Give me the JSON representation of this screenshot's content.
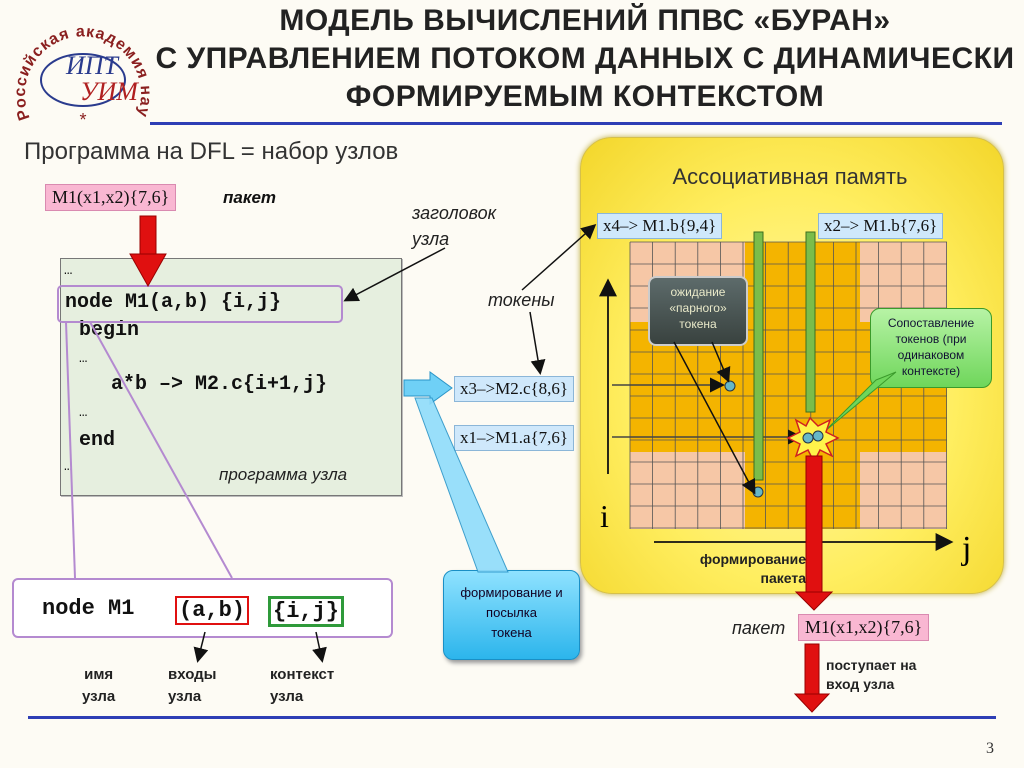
{
  "title": {
    "line1": "Модель вычислений ППВС «Буран»",
    "line2": "с управлением потоком данных с динамически",
    "line3": "формируемым контекстом"
  },
  "logo": {
    "ring_text": "Российская академия наук",
    "monogram_top": "ИПТ",
    "monogram_bottom": "УИМ"
  },
  "subtitle": "Программа на DFL = набор узлов",
  "packet_in": {
    "value": "M1(x1,x2){7,6}",
    "label": "пакет"
  },
  "header_label": {
    "line1": "заголовок",
    "line2": "узла"
  },
  "tokens_label": "токены",
  "code": {
    "dots_top": "…",
    "node_line": "node M1(a,b) {i,j}",
    "begin": "begin",
    "dots1": "…",
    "stmt": "a*b –> M2.c{i+1,j}",
    "dots2": "…",
    "end": "end",
    "dots_bottom": "…",
    "caption": "программа узла"
  },
  "memory": {
    "title": "Ассоциативная память",
    "tokens_top": [
      "x4–> M1.b{9,4}",
      "x2–> M1.b{7,6}"
    ],
    "tokens_left": [
      "x3–>M2.c{8,6}",
      "x1–>M1.a{7,6}"
    ],
    "axis_i": "i",
    "axis_j": "j",
    "form_label": {
      "line1": "формирование",
      "line2": "пакета"
    },
    "waiting_callout": {
      "line1": "ожидание",
      "line2": "«парного»",
      "line3": "токена"
    },
    "match_callout": {
      "line1": "Сопоставление",
      "line2": "токенов (при",
      "line3": "одинаковом",
      "line4": "контексте)"
    }
  },
  "send_callout": {
    "line1": "формирование и",
    "line2": "посылка",
    "line3": "токена"
  },
  "packet_out": {
    "label": "пакет",
    "value": "M1(x1,x2){7,6}",
    "desc_line1": "поступает  на",
    "desc_line2": "вход узла"
  },
  "node_zoom": {
    "prefix": "node M1",
    "inputs": "(a,b)",
    "context": "{i,j}",
    "labels": [
      {
        "line1": "имя",
        "line2": "узла"
      },
      {
        "line1": "входы",
        "line2": "узла"
      },
      {
        "line1": "контекст",
        "line2": "узла"
      }
    ]
  },
  "page_number": "3",
  "colors": {
    "rule": "#2e3eb5",
    "packet": "#f9b7d2",
    "token": "#cfe8fb",
    "arrow_red": "#e01010",
    "arrow_green": "#6fae3b"
  }
}
